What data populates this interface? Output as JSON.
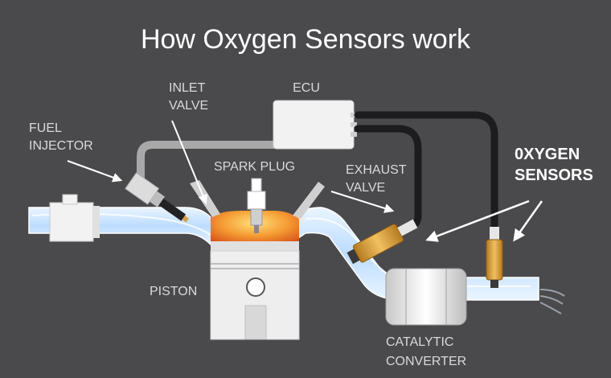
{
  "title": "How Oxygen Sensors work",
  "labels": {
    "ecu": "ECU",
    "inlet_valve": [
      "INLET",
      "VALVE"
    ],
    "fuel_injector": [
      "FUEL",
      "INJECTOR"
    ],
    "spark_plug": "SPARK PLUG",
    "exhaust_valve": [
      "EXHAUST",
      "VALVE"
    ],
    "oxygen_sensors": [
      "0XYGEN",
      "SENSORS"
    ],
    "piston": "PISTON",
    "catalytic_converter": [
      "CATALYTIC",
      "CONVERTER"
    ]
  },
  "colors": {
    "background": "#4a4a4d",
    "pipe_fill": "#cfe7ff",
    "pipe_edge": "#ffffff",
    "combustion": "#f08a2a",
    "sensor_body": "#d49a3a",
    "wire": "#1c1c1e",
    "fuel_line": "#a7a7a7"
  }
}
